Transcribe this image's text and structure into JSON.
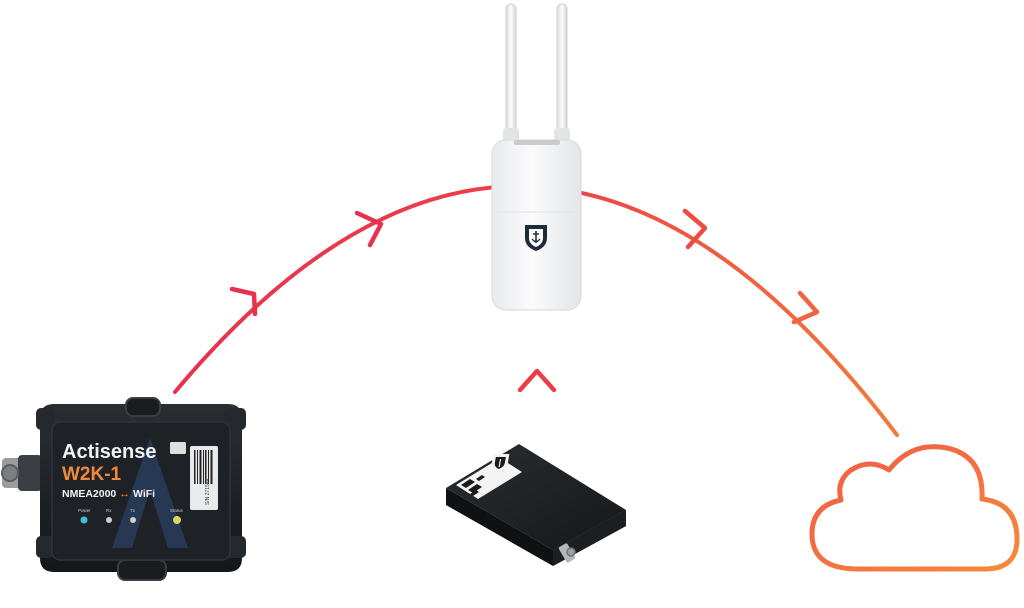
{
  "colors": {
    "flow_red": "#e8314d",
    "flow_orange": "#f0663c",
    "cloud_orange": "#f4793c",
    "device_dark": "#1d2024",
    "router_white": "#f5f6f7"
  },
  "gateway": {
    "brand": "Actisense",
    "model": "W2K-1",
    "subtitle_left": "NMEA2000",
    "subtitle_right": "WiFi",
    "arrow_glyph": "↔",
    "leds": [
      {
        "label": "Power",
        "color": "#3fc3d6"
      },
      {
        "label": "Rx",
        "color": "#cfcfcf"
      },
      {
        "label": "Tx",
        "color": "#cfcfcf"
      },
      {
        "label": "Status",
        "color": "#d9d85a"
      }
    ],
    "serial": "S/N 271544"
  },
  "router": {
    "logo_icon": "shield-anchor-icon"
  },
  "modem": {
    "logo_icon": "shield-anchor-icon"
  },
  "cloud": {
    "icon": "cloud-icon"
  }
}
